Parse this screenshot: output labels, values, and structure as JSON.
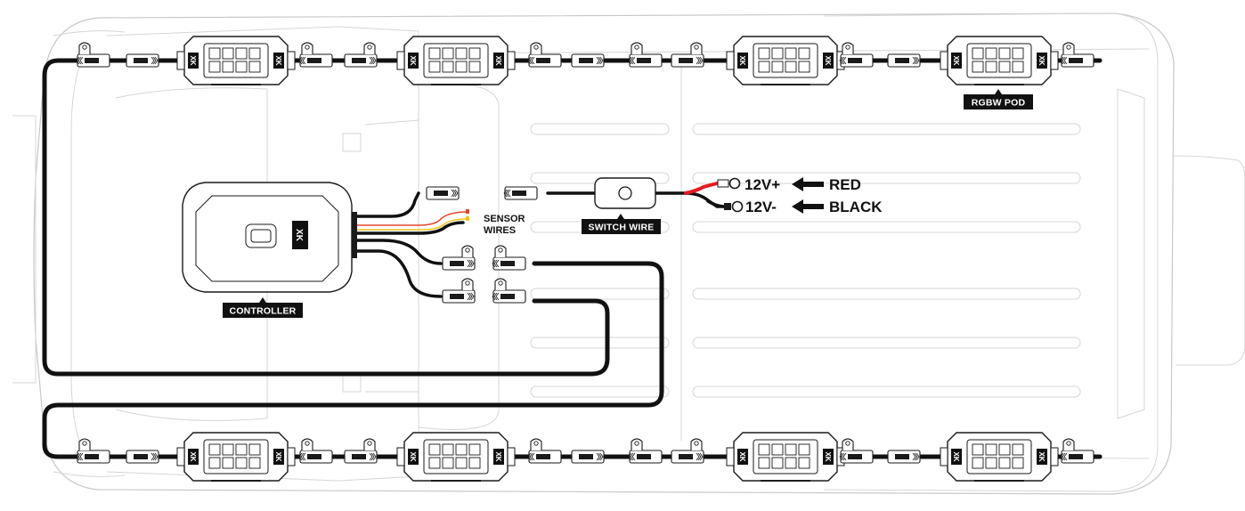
{
  "diagram": {
    "labels": {
      "rgbw_pod": "RGBW POD",
      "controller": "CONTROLLER",
      "switch_wire": "SWITCH WIRE",
      "sensor_line1": "SENSOR",
      "sensor_line2": "WIRES",
      "positive": "12V+",
      "negative": "12V-",
      "red": "RED",
      "black": "BLACK"
    },
    "brand_mark": "XK",
    "colors": {
      "positive_wire": "#e21b23",
      "sensor_wire_red": "#e8462b",
      "sensor_wire_yellow": "#f2c21b",
      "wire": "#111111",
      "vehicle_outline": "#c8c8c8"
    },
    "pod_count_per_row": 4,
    "pod_rows": 2
  }
}
